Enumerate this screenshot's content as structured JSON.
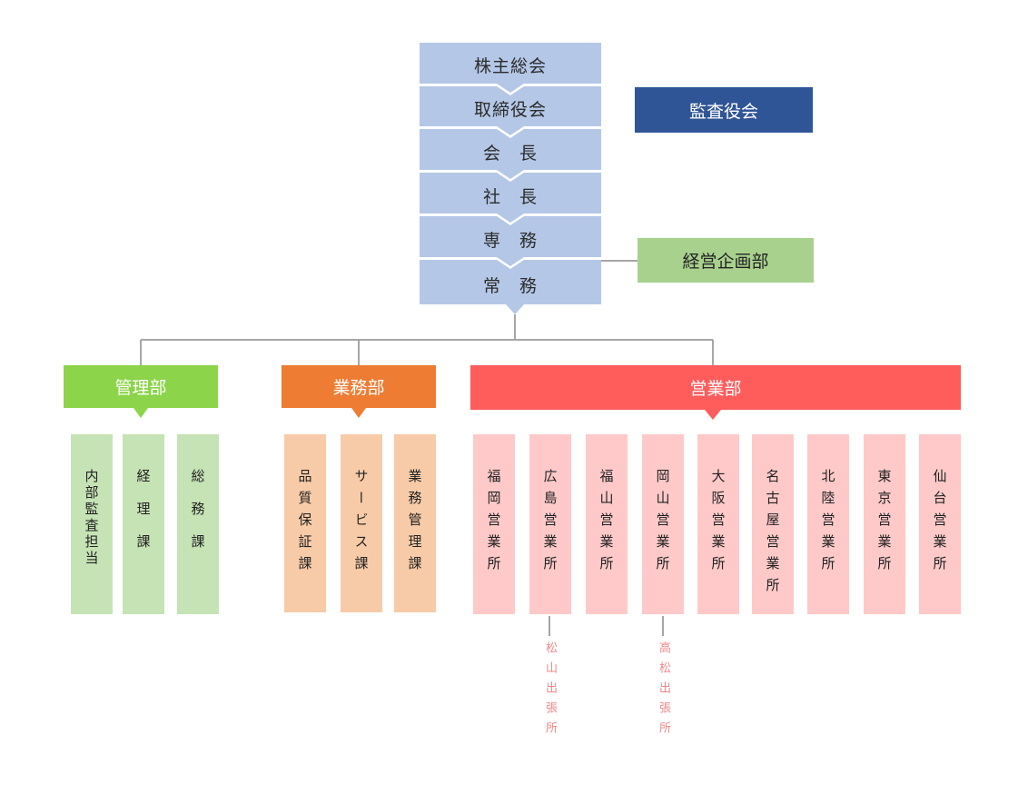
{
  "top_chain": [
    "株主総会",
    "取締役会",
    "会　長",
    "社　長",
    "専　務",
    "常　務"
  ],
  "audit_board": "監査役会",
  "planning_dept": "経営企画部",
  "departments": [
    {
      "name": "管理部",
      "color": "#8cd44a",
      "sections": [
        "内部監査担当",
        "経　理　課",
        "総　務　課"
      ],
      "section_color": "#c6e3b5"
    },
    {
      "name": "業務部",
      "color": "#ee7c33",
      "sections": [
        "品質保証課",
        "サービス課",
        "業務管理課"
      ],
      "section_color": "#f8cba8"
    },
    {
      "name": "営業部",
      "color": "#ff5c5c",
      "sections": [
        "福岡営業所",
        "広島営業所",
        "福山営業所",
        "岡山営業所",
        "大阪営業所",
        "名古屋営業所",
        "北陸営業所",
        "東京営業所",
        "仙台営業所"
      ],
      "section_color": "#ffc9c9"
    }
  ],
  "branch_offices": [
    {
      "parent": "広島営業所",
      "name": "松山出張所"
    },
    {
      "parent": "岡山営業所",
      "name": "高松出張所"
    }
  ],
  "colors": {
    "chain_fill": "#b4c7e7",
    "audit_fill": "#2f5597",
    "planning_fill": "#a9d18e",
    "connector": "#a6a6a6",
    "branch_text": "#f08a8a"
  }
}
